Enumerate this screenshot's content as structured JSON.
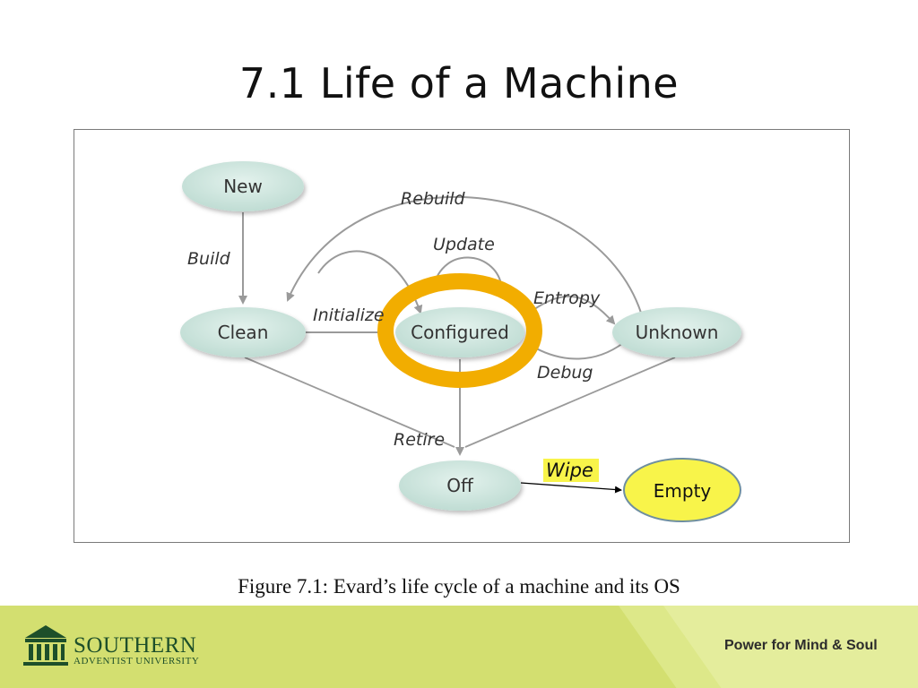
{
  "slide": {
    "title": "7.1 Life of a Machine",
    "caption": "Figure 7.1: Evard’s life cycle of a machine and its OS"
  },
  "diagram": {
    "states": {
      "new": "New",
      "clean": "Clean",
      "configured": "Configured",
      "unknown": "Unknown",
      "off": "Off",
      "empty": "Empty"
    },
    "transitions": {
      "build": "Build",
      "rebuild": "Rebuild",
      "update": "Update",
      "initialize": "Initialize",
      "entropy": "Entropy",
      "debug": "Debug",
      "retire": "Retire",
      "wipe": "Wipe"
    },
    "colors": {
      "state_fill": "#cfe8e0",
      "highlight_ring": "#f2ad00",
      "empty_fill": "#f8f44a",
      "wipe_label_bg": "#f8f44a",
      "arrow": "#9a9a9a"
    }
  },
  "footer": {
    "logo_name": "SOUTHERN",
    "logo_sub": "ADVENTIST UNIVERSITY",
    "tagline": "Power for Mind & Soul",
    "colors": {
      "band": "#d3df70",
      "logo_green": "#1d4f2a"
    }
  }
}
